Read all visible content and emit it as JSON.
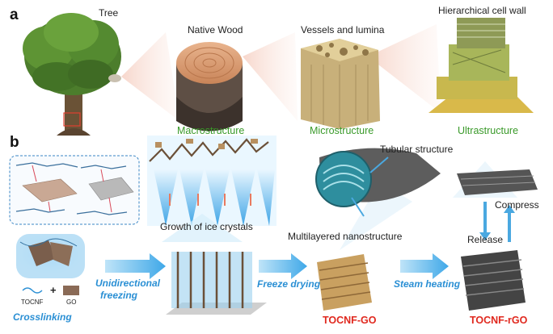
{
  "panel_a": {
    "label": "a",
    "tree": "Tree",
    "native_wood": "Native Wood",
    "vessels": "Vessels and lumina",
    "cell_wall": "Hierarchical cell wall",
    "macro": "Macrostructure",
    "micro": "Microstructure",
    "ultra": "Ultrastructure"
  },
  "panel_b": {
    "label": "b",
    "ice": "Growth of ice crystals",
    "tubular": "Tubular structure",
    "multilayer": "Multilayered nanostructure",
    "compress": "Compress",
    "release": "Release",
    "unidirectional_1": "Unidirectional",
    "unidirectional_2": "freezing",
    "freeze_drying": "Freeze drying",
    "steam_heating": "Steam heating",
    "tocnf_go": "TOCNF-GO",
    "tocnf_rgo": "TOCNF-rGO",
    "legend_tocnf": "TOCNF",
    "legend_plus": "+",
    "legend_go": "GO",
    "crosslinking": "Crosslinking"
  },
  "colors": {
    "green_label": "#3a9a2a",
    "red_label": "#e0281e",
    "blue_label": "#2a8fd4",
    "arrow_blue": "#4db3ec"
  }
}
